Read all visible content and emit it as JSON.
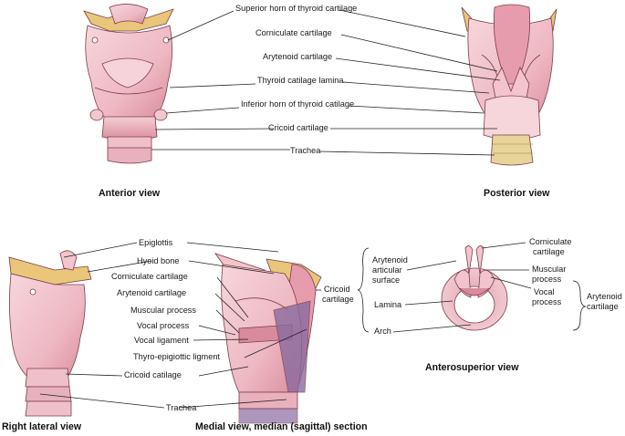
{
  "anterior": {
    "caption": "Anterior view",
    "labels": {
      "superior_horn": "Superior horn of thyroid cartilage",
      "corniculate": "Corniculate cartilage",
      "arytenoid": "Arytenoid cartilage",
      "thyroid_lamina": "Thyroid catilage lamina",
      "inferior_horn": "Inferior horn of thyroid catilage",
      "cricoid": "Cricoid cartilage",
      "trachea": "Trachea"
    }
  },
  "posterior": {
    "caption": "Posterior view"
  },
  "lateral": {
    "caption": "Right lateral view"
  },
  "medial": {
    "caption": "Medial view, median (sagittal) section",
    "labels": {
      "epiglottis": "Epiglottis",
      "hyoid": "Hyoid bone",
      "corniculate": "Corniculate cartilage",
      "arytenoid": "Arytenoid cartilage",
      "muscular_process": "Muscular process",
      "vocal_process": "Vocal process",
      "vocal_ligament": "Vocal ligament",
      "thyro_epiglottic": "Thyro-epigiottic ligment",
      "cricoid": "Cricoid catilage",
      "trachea": "Trachea",
      "cricoid_right_line1": "Cricoid",
      "cricoid_right_line2": "cartilage"
    }
  },
  "anterosuperior": {
    "caption": "Anterosuperior view",
    "labels": {
      "arytenoid_articular_line1": "Arytenoid",
      "arytenoid_articular_line2": "articular",
      "arytenoid_articular_line3": "surface",
      "lamina": "Lamina",
      "arch": "Arch",
      "corniculate_line1": "Corniculate",
      "corniculate_line2": "cartilage",
      "muscular_line1": "Muscular",
      "muscular_line2": "process",
      "vocal_line1": "Vocal",
      "vocal_line2": "process",
      "arytenoid_cart_line1": "Arytenoid",
      "arytenoid_cart_line2": "cartilage"
    }
  },
  "colors": {
    "cartilage": "#f2c4cc",
    "cartilage_dark": "#d98b9b",
    "outline": "#7a3c4a",
    "bone": "#e9c67a",
    "trachea_post": "#e8d49a",
    "purple": "#8a6ba0",
    "leader": "#222222"
  }
}
